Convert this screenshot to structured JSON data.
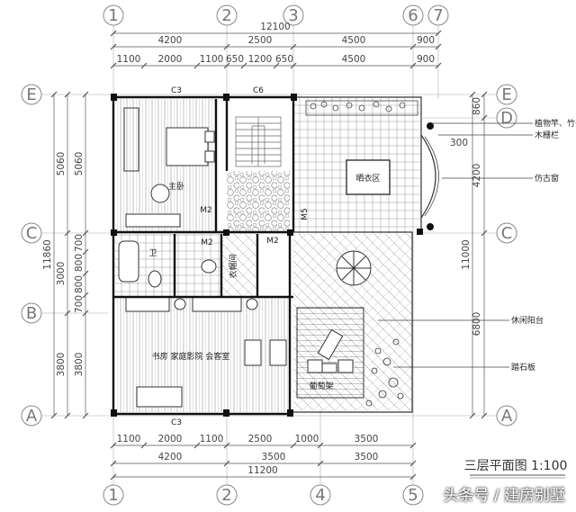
{
  "axes": {
    "top": [
      "1",
      "2",
      "3",
      "6",
      "7"
    ],
    "bottom": [
      "1",
      "2",
      "4",
      "5"
    ],
    "left": [
      "E",
      "C",
      "B",
      "A"
    ],
    "right": [
      "E",
      "D",
      "C",
      "A"
    ]
  },
  "dims": {
    "top_total": "12100",
    "top_row1": [
      "4200",
      "2500",
      "4500",
      "900"
    ],
    "top_row2": [
      "1100",
      "2000",
      "1100",
      "650",
      "1200",
      "650",
      "4500",
      "900"
    ],
    "bottom_row1": [
      "1100",
      "2000",
      "1100",
      "2500",
      "1000",
      "3500"
    ],
    "bottom_row2": [
      "4200",
      "3500",
      "3500"
    ],
    "bottom_total": "11200",
    "left_outer": "11860",
    "left_mid": [
      "5060",
      "3000",
      "3800"
    ],
    "left_inner": [
      "5060",
      "700",
      "800",
      "800",
      "700",
      "3800"
    ],
    "right_outer": "11000",
    "right_mid": [
      "860",
      "4200",
      "6800"
    ],
    "right_small": "300"
  },
  "labels": {
    "c3_top": "C3",
    "c6_top": "C6",
    "c3_bottom": "C3",
    "master_bed": "主卧",
    "bath": "卫",
    "cloak": "衣帽间",
    "study": "书房  家庭影院  会客室",
    "drying": "晒衣区",
    "m2a": "M2",
    "m2b": "M2",
    "m2c": "M2",
    "m5": "M5",
    "pergola": "葡萄架"
  },
  "notes": {
    "plant": "植物竿、竹子",
    "railing": "木栅栏",
    "window": "仿古窗",
    "terrace": "休闲阳台",
    "stone": "踏石板"
  },
  "title": "三层平面图 1:100",
  "watermark": "头条号 / 建房别墅"
}
